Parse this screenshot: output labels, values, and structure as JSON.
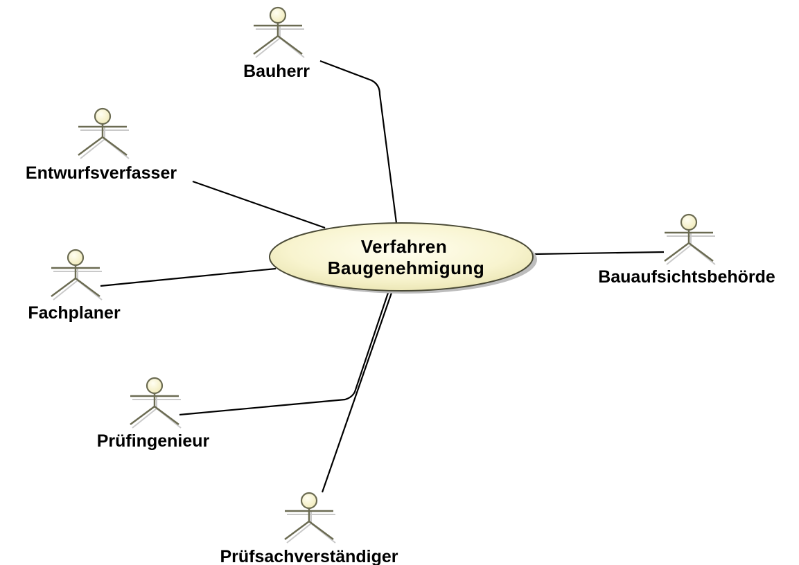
{
  "use_case": {
    "title_line1": "Verfahren",
    "title_line2": "Baugenehmigung"
  },
  "actors": {
    "bauherr": "Bauherr",
    "entwurfsverfasser": "Entwurfsverfasser",
    "fachplaner": "Fachplaner",
    "bauaufsichtsbehoerde": "Bauaufsichtsbehörde",
    "pruefingenieur": "Prüfingenieur",
    "pruefsachverstaendiger": "Prüfsachverständiger"
  },
  "colors": {
    "actor_head_fill": "#fbf7d2",
    "actor_stroke": "#6b6b52",
    "usecase_fill_center": "#fffde6",
    "usecase_fill_edge": "#f0ecc0",
    "usecase_stroke": "#4a4a36",
    "shadow": "#b5b5b5",
    "line": "#000000"
  }
}
